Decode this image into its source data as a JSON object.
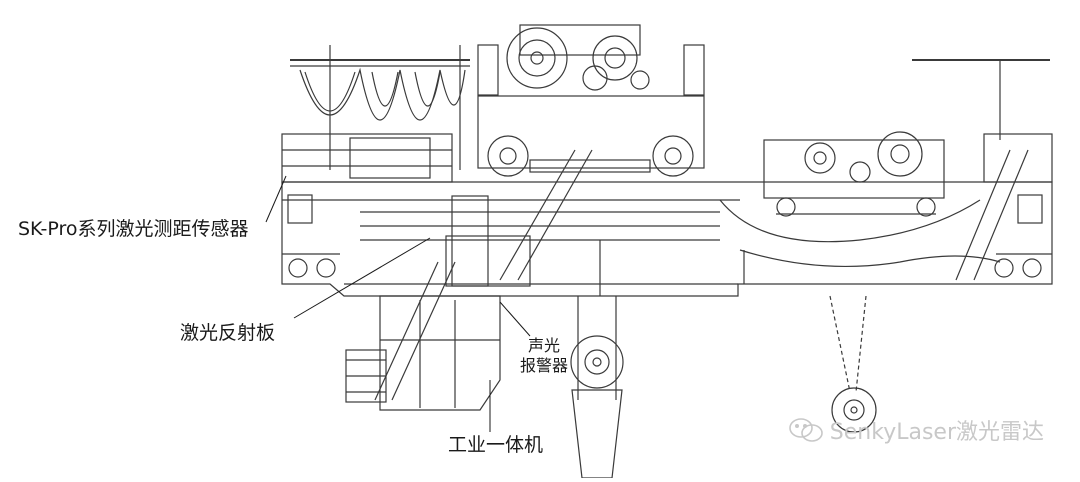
{
  "labels": {
    "sensor": "SK-Pro系列激光测距传感器",
    "reflector": "激光反射板",
    "alarm_line1": "声光",
    "alarm_line2": "报警器",
    "terminal": "工业一体机"
  },
  "watermark": {
    "text": "SenkyLaser激光雷达",
    "icon": "wechat-icon"
  },
  "colors": {
    "line": "#3a3a3a",
    "text": "#1a1a1a",
    "watermark": "#c8c8c8"
  }
}
